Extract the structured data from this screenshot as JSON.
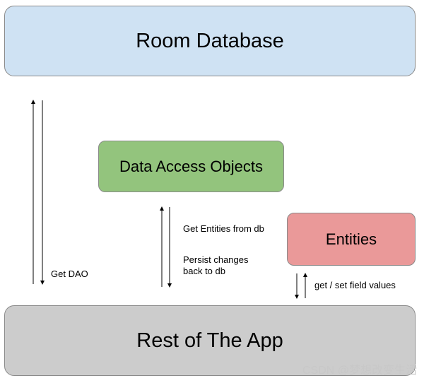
{
  "nodes": {
    "room_database": "Room Database",
    "data_access_objects": "Data Access Objects",
    "entities": "Entities",
    "rest_of_app": "Rest of The App"
  },
  "edges": {
    "get_dao": "Get DAO",
    "get_entities": "Get Entities from db",
    "persist_changes": "Persist changes back to db",
    "get_set_fields": "get / set field values"
  },
  "watermark": "CSDN @梦想改变生活",
  "colors": {
    "room_database_fill": "#cfe2f3",
    "dao_fill": "#93c47d",
    "entities_fill": "#ea9999",
    "rest_fill": "#cccccc",
    "arrow": "#000000"
  }
}
